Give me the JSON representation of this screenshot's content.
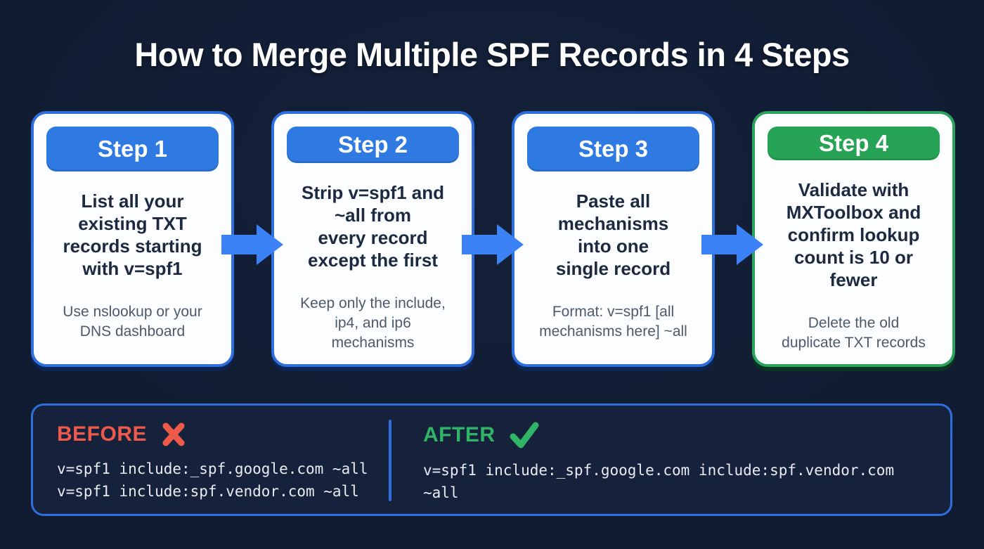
{
  "title": "How to Merge Multiple SPF Records in 4 Steps",
  "steps": [
    {
      "badge": "Step 1",
      "heading": "List all your\nexisting TXT\nrecords starting\nwith v=spf1",
      "detail": "Use nslookup or your\nDNS dashboard",
      "accent": "blue"
    },
    {
      "badge": "Step 2",
      "heading": "Strip v=spf1 and\n~all from\nevery record\nexcept the first",
      "detail": "Keep only the include,\nip4, and ip6\nmechanisms",
      "accent": "blue"
    },
    {
      "badge": "Step 3",
      "heading": "Paste all\nmechanisms\ninto one\nsingle record",
      "detail": "Format: v=spf1 [all\nmechanisms here] ~all",
      "accent": "blue"
    },
    {
      "badge": "Step 4",
      "heading": "Validate with\nMXToolbox and\nconfirm lookup\ncount is 10 or\nfewer",
      "detail": "Delete the old\nduplicate TXT records",
      "accent": "green"
    }
  ],
  "comparison": {
    "before": {
      "label": "BEFORE",
      "icon": "x-mark-icon",
      "code_lines": [
        "v=spf1 include:_spf.google.com ~all",
        "v=spf1 include:spf.vendor.com ~all"
      ]
    },
    "after": {
      "label": "AFTER",
      "icon": "check-mark-icon",
      "code_lines": [
        "v=spf1 include:_spf.google.com include:spf.vendor.com ~all"
      ]
    }
  },
  "colors": {
    "accent_blue": "#2e7ae2",
    "border_blue": "#2f6fdd",
    "arrow_blue": "#3b82f6",
    "accent_green": "#27a356",
    "accent_green_border": "#2ca45f",
    "accent_red": "#ee5a4a",
    "check_green": "#2fb565",
    "card_bg": "#fbfdff",
    "card_text": "#1d2940",
    "card_subtext": "#4d5a6b",
    "page_bg": "#101b31",
    "panel_bg": "#16223b",
    "code_text": "#e8ebf2"
  }
}
